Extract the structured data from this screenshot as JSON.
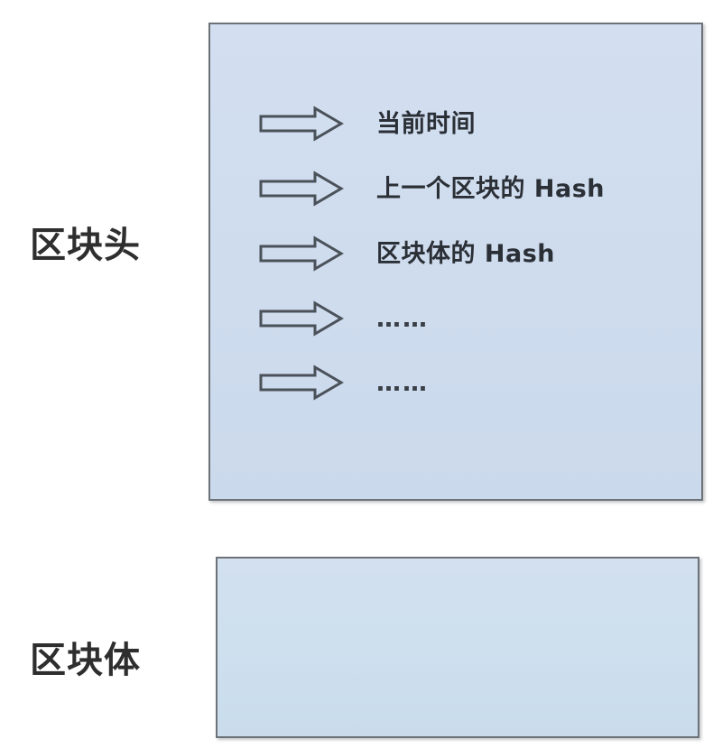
{
  "diagram": {
    "type": "block-structure-diagram",
    "title": "",
    "colors": {
      "header_box_fill": "#cedcee",
      "body_box_fill": "#cddfee",
      "box_border": "#6d7278",
      "text": "#2b2f36",
      "label_text": "#2e2e2e",
      "background": "#ffffff",
      "arrow_stroke": "#4a5159"
    },
    "sections": [
      {
        "label": "区块头",
        "box_name": "block-header-box",
        "rows": [
          {
            "arrow": "block-arrow-right-icon",
            "text": "当前时间"
          },
          {
            "arrow": "block-arrow-right-icon",
            "text": "上一个区块的 Hash"
          },
          {
            "arrow": "block-arrow-right-icon",
            "text": "区块体的 Hash"
          },
          {
            "arrow": "block-arrow-right-icon",
            "text": "……"
          },
          {
            "arrow": "block-arrow-right-icon",
            "text": "……"
          }
        ]
      },
      {
        "label": "区块体",
        "box_name": "block-body-box",
        "rows": []
      }
    ]
  }
}
